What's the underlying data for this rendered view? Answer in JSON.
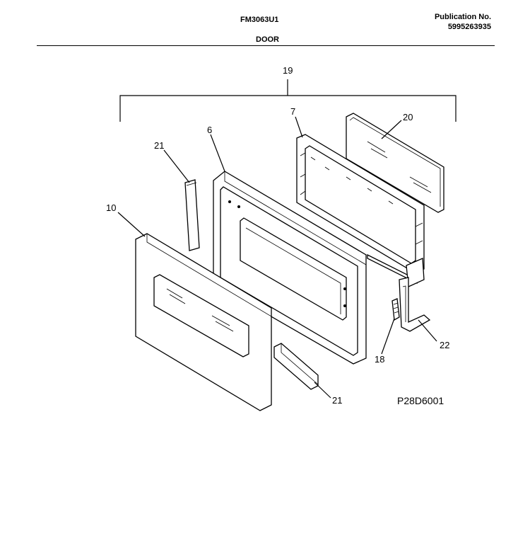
{
  "header": {
    "model": "FM3063U1",
    "publication_label": "Publication No.",
    "publication_number": "5995263935",
    "section_title": "DOOR"
  },
  "callouts": {
    "c19": "19",
    "c7": "7",
    "c20": "20",
    "c6": "6",
    "c21a": "21",
    "c10": "10",
    "c18": "18",
    "c22": "22",
    "c21b": "21"
  },
  "figure_code": "P28D6001"
}
